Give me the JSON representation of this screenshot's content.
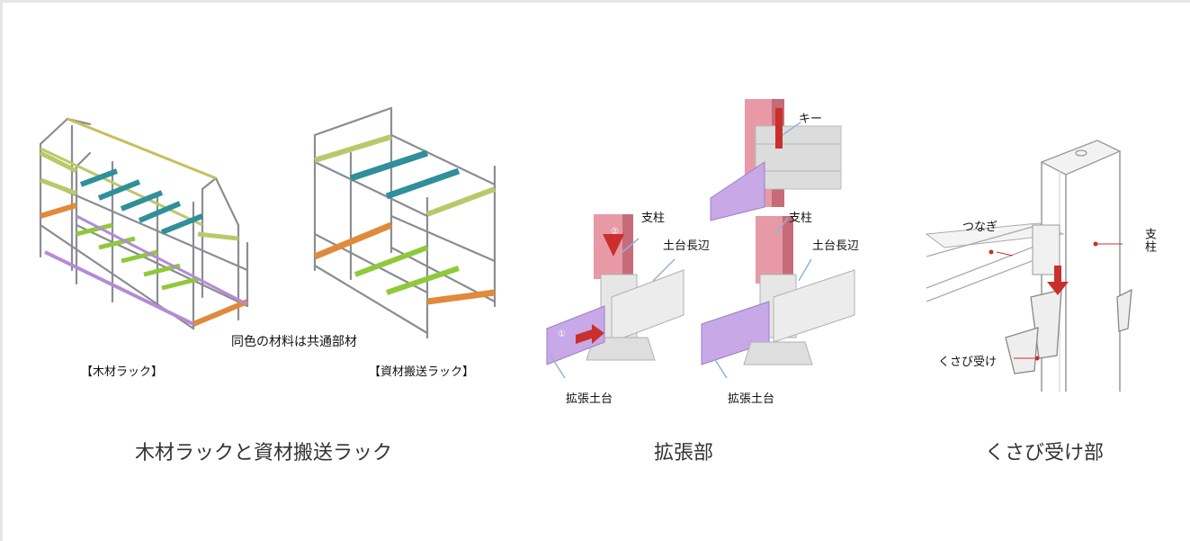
{
  "colors": {
    "frame": "#8a8d92",
    "yellow_green": "#b9c96a",
    "teal": "#2f8f9a",
    "green": "#8fc93a",
    "orange": "#e08a3c",
    "purple": "#b58ad6",
    "pink": "#e79aa6",
    "red_arrow": "#c9302c"
  },
  "panel_racks": {
    "common_note": "同色の材料は共通部材",
    "wood_rack_label": "【木材ラック】",
    "transport_rack_label": "【資材搬送ラック】",
    "caption": "木材ラックと資材搬送ラック"
  },
  "panel_extension": {
    "key_label": "キー",
    "post_label_left": "支柱",
    "sill_long_label_left": "土台長辺",
    "ext_sill_label_left": "拡張土台",
    "post_label_right": "支柱",
    "sill_long_label_right": "土台長辺",
    "ext_sill_label_right": "拡張土台",
    "step1": "①",
    "step2": "②",
    "caption": "拡張部"
  },
  "panel_wedge": {
    "tie_label": "つなぎ",
    "post_label": "支柱",
    "wedge_receiver_label": "くさび受け",
    "caption": "くさび受け部"
  }
}
